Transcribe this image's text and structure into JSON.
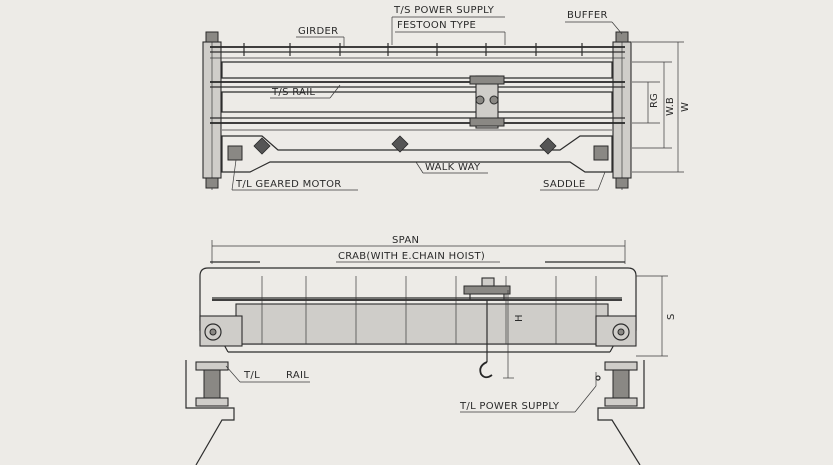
{
  "labels": {
    "ts_power_supply": "T/S POWER SUPPLY",
    "festoon_type": "FESTOON TYPE",
    "buffer": "BUFFER",
    "girder": "GIRDER",
    "ts_rail": "T/S RAIL",
    "rg": "RG",
    "wb": "W.B",
    "w": "W",
    "walk_way": "WALK WAY",
    "tl_geared_motor": "T/L GEARED MOTOR",
    "saddle": "SADDLE",
    "span": "SPAN",
    "crab": "CRAB(WITH E.CHAIN HOIST)",
    "h": "H",
    "s": "S",
    "tl": "T/L",
    "rail": "RAIL",
    "tl_power_supply": "T/L POWER SUPPLY"
  }
}
